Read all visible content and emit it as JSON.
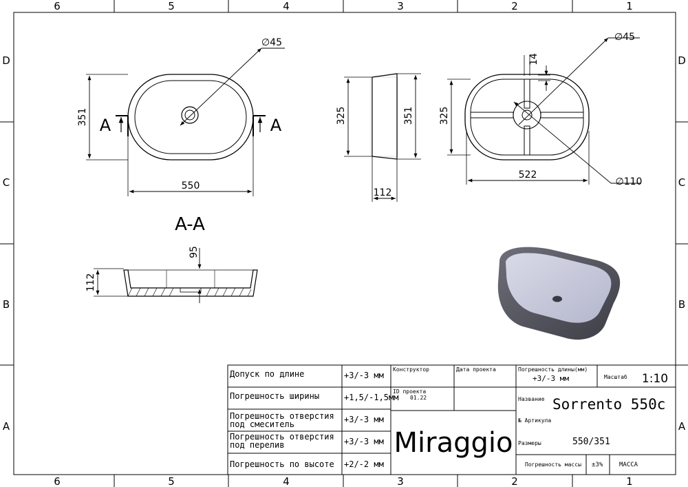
{
  "frame": {
    "columns": [
      "6",
      "5",
      "4",
      "3",
      "2",
      "1"
    ],
    "rows": [
      "D",
      "C",
      "B",
      "A"
    ]
  },
  "dims": {
    "top": {
      "hole": "∅45",
      "height": "351",
      "width": "550",
      "section_left": "A",
      "section_right": "A"
    },
    "side": {
      "h_inner": "325",
      "h_outer": "351",
      "depth": "112"
    },
    "bottom_view": {
      "hole": "∅45",
      "rib": "14",
      "height": "325",
      "width": "522",
      "drain": "∅110"
    },
    "section": {
      "title": "A-A",
      "inner": "95",
      "total": "112"
    }
  },
  "title_block": {
    "tolerances": [
      {
        "label": "Допуск по длине",
        "value": "+3/-3 мм"
      },
      {
        "label": "Погрешность ширины",
        "value": "+1,5/-1,5мм"
      },
      {
        "label": "Погрешность отверстия\nпод смеситель",
        "value": "+3/-3 мм"
      },
      {
        "label": "Погрешность отверстия\nпод перелив",
        "value": "+3/-3 мм"
      },
      {
        "label": "Погрешность по высоте",
        "value": "+2/-2 мм"
      }
    ],
    "constructor_label": "Конструктор",
    "date_label": "Дата проекта",
    "id_label": "ID проекта",
    "id_value": "01.22",
    "brand": "Miraggio",
    "length_tol_label": "Погрешность длины(мм)",
    "length_tol_value": "+3/-3 мм",
    "scale_label": "Масштаб",
    "scale_value": "1:10",
    "name_label": "Название",
    "name_value": "Sorrento 550c",
    "article_label": "№ Артикула",
    "size_label": "Размеры",
    "size_value": "550/351",
    "mass_tol_label": "Погрешность массы",
    "mass_tol_value": "±3%",
    "mass_label": "МАССА"
  }
}
